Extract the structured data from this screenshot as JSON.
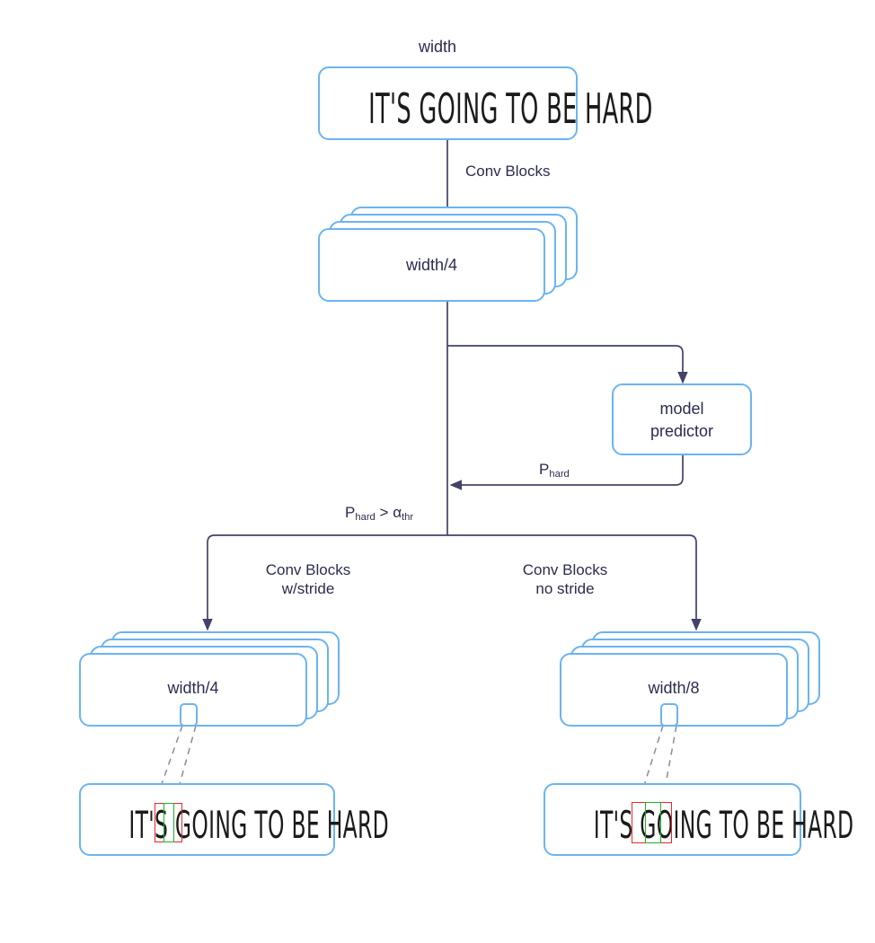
{
  "diagram": {
    "title_label": "width",
    "nodes": {
      "input_text": {
        "name": "input-text-box",
        "text": "IT'S GOING TO BE HARD"
      },
      "features_1": {
        "name": "feature-stack-width-4",
        "label": "width/4"
      },
      "model_predictor": {
        "name": "model-predictor-box",
        "line1": "model",
        "line2": "predictor"
      },
      "left_features": {
        "name": "left-feature-stack",
        "label": "width/4"
      },
      "right_features": {
        "name": "right-feature-stack",
        "label": "width/8"
      },
      "left_output": {
        "name": "left-output-text-box",
        "text": "IT'S GOING TO BE HARD"
      },
      "right_output": {
        "name": "right-output-text-box",
        "text": "IT'S GOING TO BE HARD"
      }
    },
    "edges": {
      "conv_blocks": "Conv Blocks",
      "p_hard": "P",
      "p_hard_sub": "hard",
      "threshold_p": "P",
      "threshold_p_sub": "hard",
      "threshold_op": " > ",
      "threshold_alpha": "α",
      "threshold_alpha_sub": "thr",
      "left_branch_line1": "Conv Blocks",
      "left_branch_line2": "w/stride",
      "right_branch_line1": "Conv Blocks",
      "right_branch_line2": "no stride"
    },
    "colors": {
      "box_border": "#6bb4f0",
      "connector": "#42426b",
      "text": "#2b2b4f",
      "highlight_red": "#e8272b",
      "highlight_green": "#17b526",
      "dashed": "#8a8a99",
      "background": "#ffffff"
    }
  }
}
